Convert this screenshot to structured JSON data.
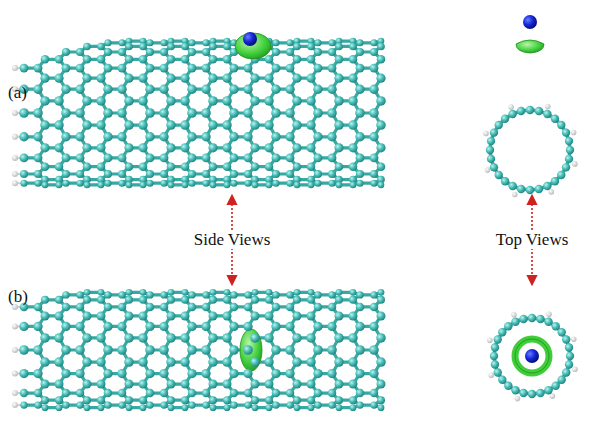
{
  "diagram": {
    "labels": [
      "(a)",
      "(b)",
      "Side Views",
      "Top Views"
    ]
  }
}
